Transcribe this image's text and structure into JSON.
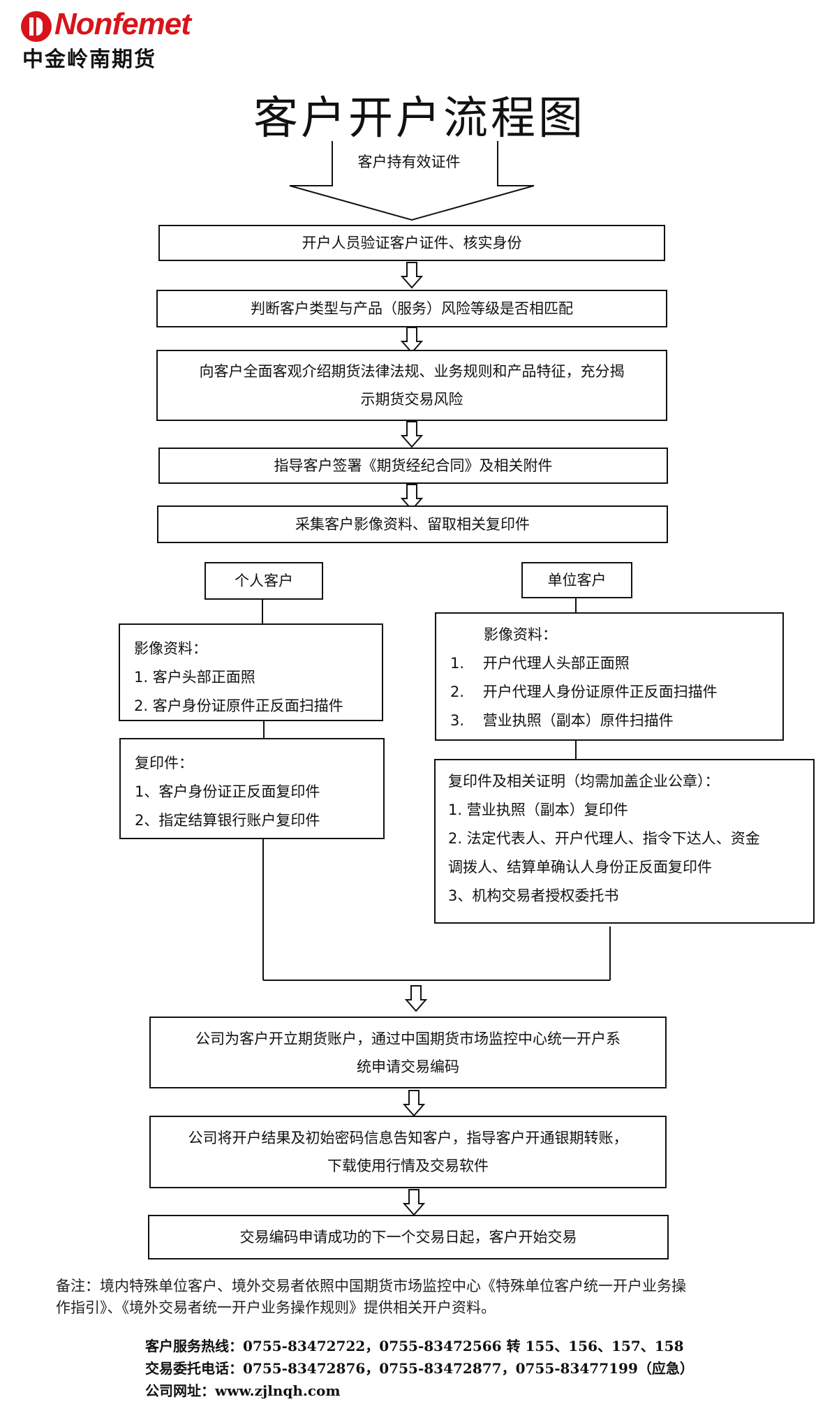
{
  "logo": {
    "en": "Nonfemet",
    "cn": "中金岭南期货"
  },
  "title": "客户开户流程图",
  "start": "客户持有效证件",
  "steps": {
    "s1": "开户人员验证客户证件、核实身份",
    "s2": "判断客户类型与产品（服务）风险等级是否相匹配",
    "s3_l1": "向客户全面客观介绍期货法律法规、业务规则和产品特征，充分揭",
    "s3_l2": "示期货交易风险",
    "s4": "指导客户签署《期货经纪合同》及相关附件",
    "s5": "采集客户影像资料、留取相关复印件",
    "s6_l1": "公司为客户开立期货账户，通过中国期货市场监控中心统一开户系",
    "s6_l2": "统申请交易编码",
    "s7_l1": "公司将开户结果及初始密码信息告知客户，指导客户开通银期转账，",
    "s7_l2": "下载使用行情及交易软件",
    "s8": "交易编码申请成功的下一个交易日起，客户开始交易"
  },
  "individual": {
    "label": "个人客户",
    "image_title": "影像资料：",
    "image_items": [
      "1. 客户头部正面照",
      "2. 客户身份证原件正反面扫描件"
    ],
    "copy_title": "复印件：",
    "copy_items": [
      "1、客户身份证正反面复印件",
      "2、指定结算银行账户复印件"
    ]
  },
  "corporate": {
    "label": "单位客户",
    "image_title": "影像资料：",
    "image_items": [
      "1.    开户代理人头部正面照",
      "2.    开户代理人身份证原件正反面扫描件",
      "3.    营业执照（副本）原件扫描件"
    ],
    "copy_title": "复印件及相关证明（均需加盖企业公章）：",
    "copy_items": [
      "1. 营业执照（副本）复印件",
      "2. 法定代表人、开户代理人、指令下达人、资金",
      "调拨人、结算单确认人身份正反面复印件",
      "3、机构交易者授权委托书"
    ]
  },
  "note_l1": "备注：境内特殊单位客户、境外交易者依照中国期货市场监控中心《特殊单位客户统一开户业务操",
  "note_l2": "作指引》、《境外交易者统一开户业务操作规则》提供相关开户资料。",
  "contacts": {
    "hotline": "客户服务热线：0755-83472722，0755-83472566 转 155、156、157、158",
    "entrust": "交易委托电话：0755-83472876，0755-83472877，0755-83477199（应急）",
    "website": "公司网址：www.zjlnqh.com"
  },
  "colors": {
    "brand_red": "#d8141b"
  }
}
